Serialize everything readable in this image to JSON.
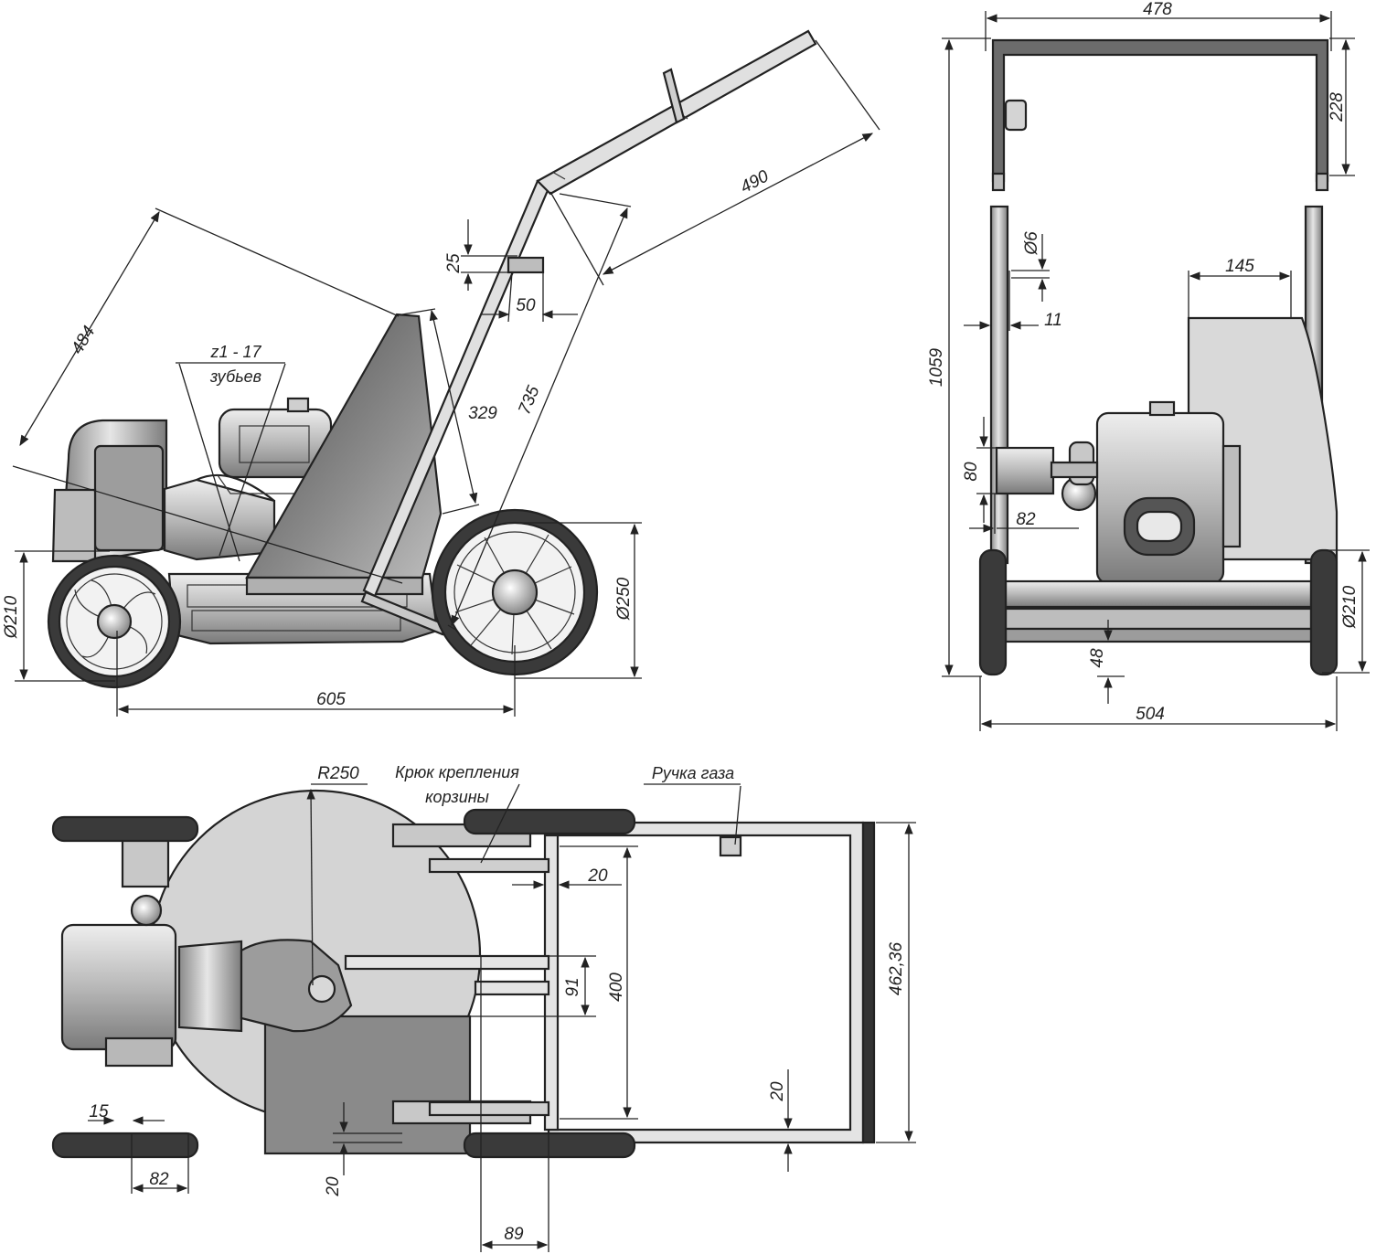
{
  "side_view": {
    "dims": {
      "d484": "484",
      "d490": "490",
      "d25": "25",
      "d50": "50",
      "d329": "329",
      "d735": "735",
      "d210": "Ø210",
      "d250": "Ø250",
      "d605": "605"
    },
    "notes": {
      "teeth_line1": "z1 - 17",
      "teeth_line2": "зубьев"
    }
  },
  "front_view": {
    "dims": {
      "d478": "478",
      "d228": "228",
      "d1059": "1059",
      "d6": "Ø6",
      "d11": "11",
      "d145": "145",
      "d80": "80",
      "d82": "82",
      "d210": "Ø210",
      "d48": "48",
      "d504": "504"
    }
  },
  "top_view": {
    "dims": {
      "r250": "R250",
      "d20a": "20",
      "d91": "91",
      "d400": "400",
      "d46236": "462,36",
      "d20b": "20",
      "d15": "15",
      "d82": "82",
      "d20c": "20",
      "d89": "89"
    },
    "notes": {
      "hook_line1": "Крюк крепления",
      "hook_line2": "корзины",
      "throttle": "Ручка газа"
    }
  },
  "colors": {
    "ink": "#222222",
    "steel_light": "#d6d6d6",
    "steel_mid": "#a9a9a9",
    "steel_dark": "#5e5e5e",
    "tyre": "#3a3a3a"
  }
}
